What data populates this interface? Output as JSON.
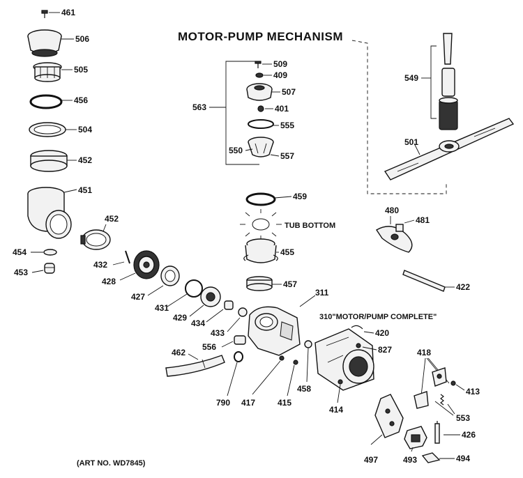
{
  "diagram": {
    "title": "MOTOR-PUMP MECHANISM",
    "art_number": "(ART NO. WD7845)",
    "tub_bottom": "TUB BOTTOM",
    "motor_pump_complete": "310\"MOTOR/PUMP COMPLETE\"",
    "labels": {
      "p461": "461",
      "p506": "506",
      "p505": "505",
      "p456": "456",
      "p504": "504",
      "p452a": "452",
      "p451": "451",
      "p452b": "452",
      "p454": "454",
      "p453": "453",
      "p432": "432",
      "p428": "428",
      "p427": "427",
      "p431": "431",
      "p429": "429",
      "p434": "434",
      "p433": "433",
      "p556": "556",
      "p462": "462",
      "p790": "790",
      "p417": "417",
      "p415": "415",
      "p458": "458",
      "p414": "414",
      "p311": "311",
      "p420": "420",
      "p827": "827",
      "p563": "563",
      "p509": "509",
      "p409": "409",
      "p507": "507",
      "p401": "401",
      "p555": "555",
      "p550": "550",
      "p557": "557",
      "p459": "459",
      "p455": "455",
      "p457": "457",
      "p549": "549",
      "p501": "501",
      "p480": "480",
      "p481": "481",
      "p422": "422",
      "p418": "418",
      "p413": "413",
      "p553": "553",
      "p426": "426",
      "p497": "497",
      "p493": "493",
      "p494": "494"
    }
  }
}
